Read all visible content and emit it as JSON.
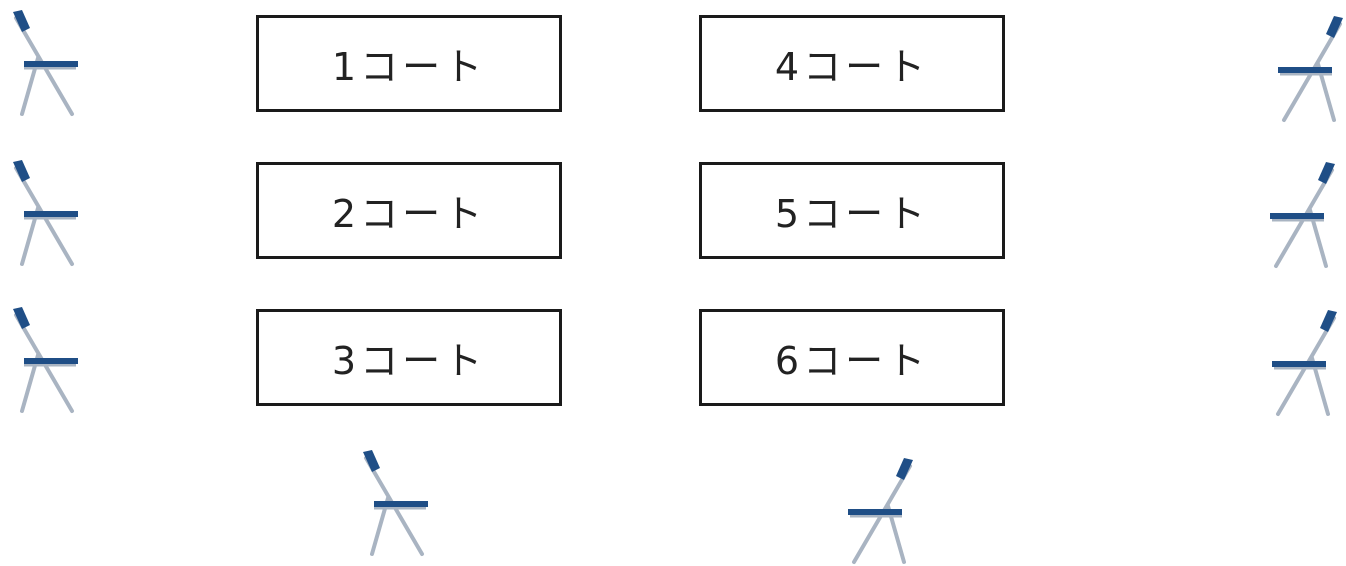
{
  "courts": [
    {
      "label": "1コート"
    },
    {
      "label": "2コート"
    },
    {
      "label": "3コート"
    },
    {
      "label": "4コート"
    },
    {
      "label": "5コート"
    },
    {
      "label": "6コート"
    }
  ],
  "colors": {
    "chair_frame": "#a9b4c2",
    "chair_seat": "#1f4e86",
    "court_border": "#1a1a1a"
  },
  "icons": {
    "chair": "folding-chair-icon"
  }
}
